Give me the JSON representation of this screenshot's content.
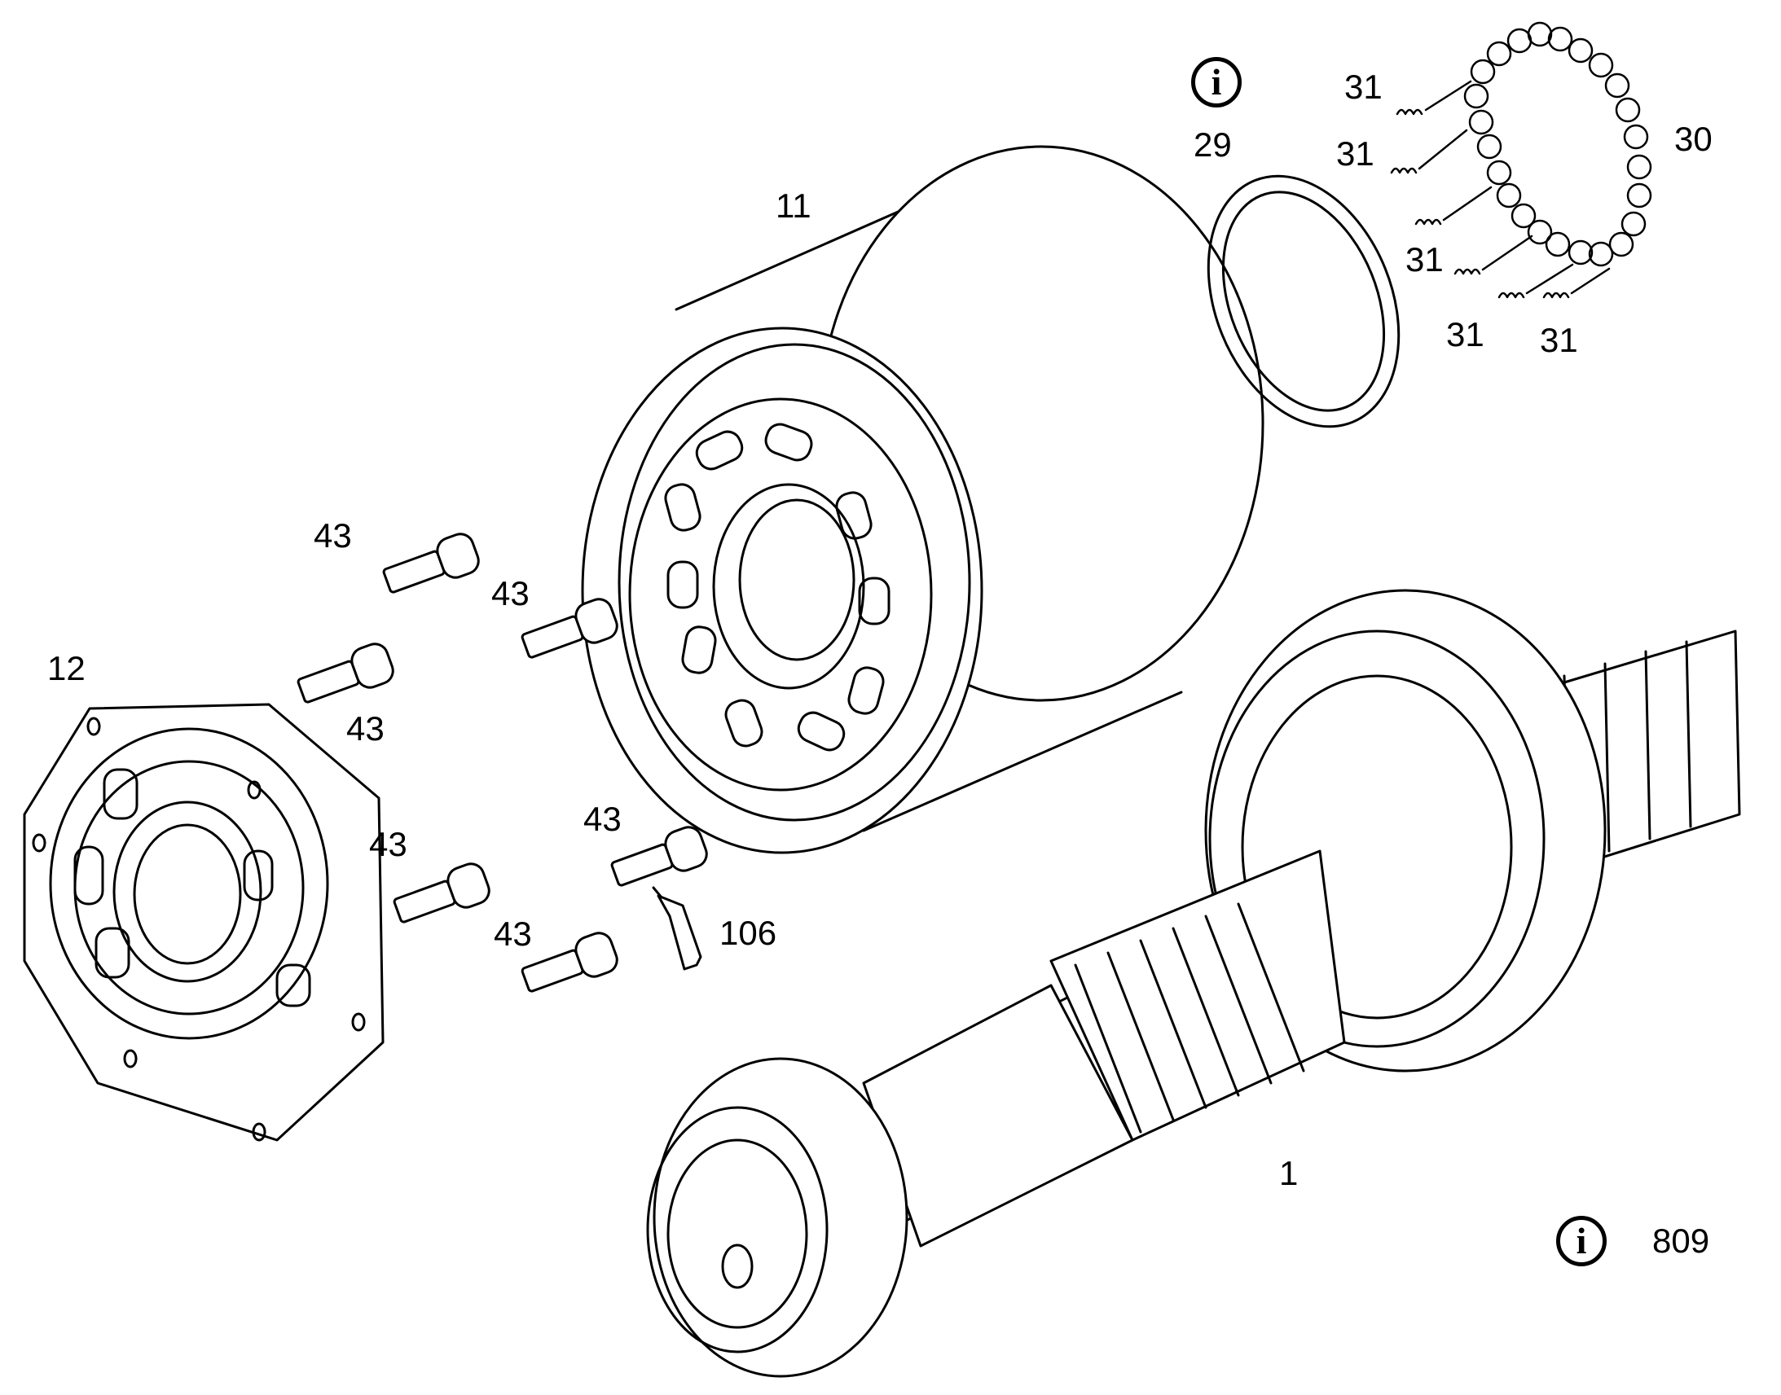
{
  "diagram": {
    "parts": [
      {
        "id": "part-1",
        "label": "1"
      },
      {
        "id": "part-11",
        "label": "11"
      },
      {
        "id": "part-12",
        "label": "12"
      },
      {
        "id": "part-29",
        "label": "29"
      },
      {
        "id": "part-30",
        "label": "30"
      },
      {
        "id": "part-31",
        "label": "31"
      },
      {
        "id": "part-43",
        "label": "43"
      },
      {
        "id": "part-106",
        "label": "106"
      }
    ],
    "spring_labels": [
      "31",
      "31",
      "31",
      "31",
      "31"
    ],
    "screw_labels": [
      "43",
      "43",
      "43",
      "43",
      "43",
      "43"
    ],
    "info_notes": [
      {
        "icon": "info-icon",
        "glyph": "i"
      },
      {
        "icon": "info-icon",
        "glyph": "i",
        "label": "809"
      }
    ],
    "stroke_color": "#000000",
    "background_color": "#ffffff"
  }
}
